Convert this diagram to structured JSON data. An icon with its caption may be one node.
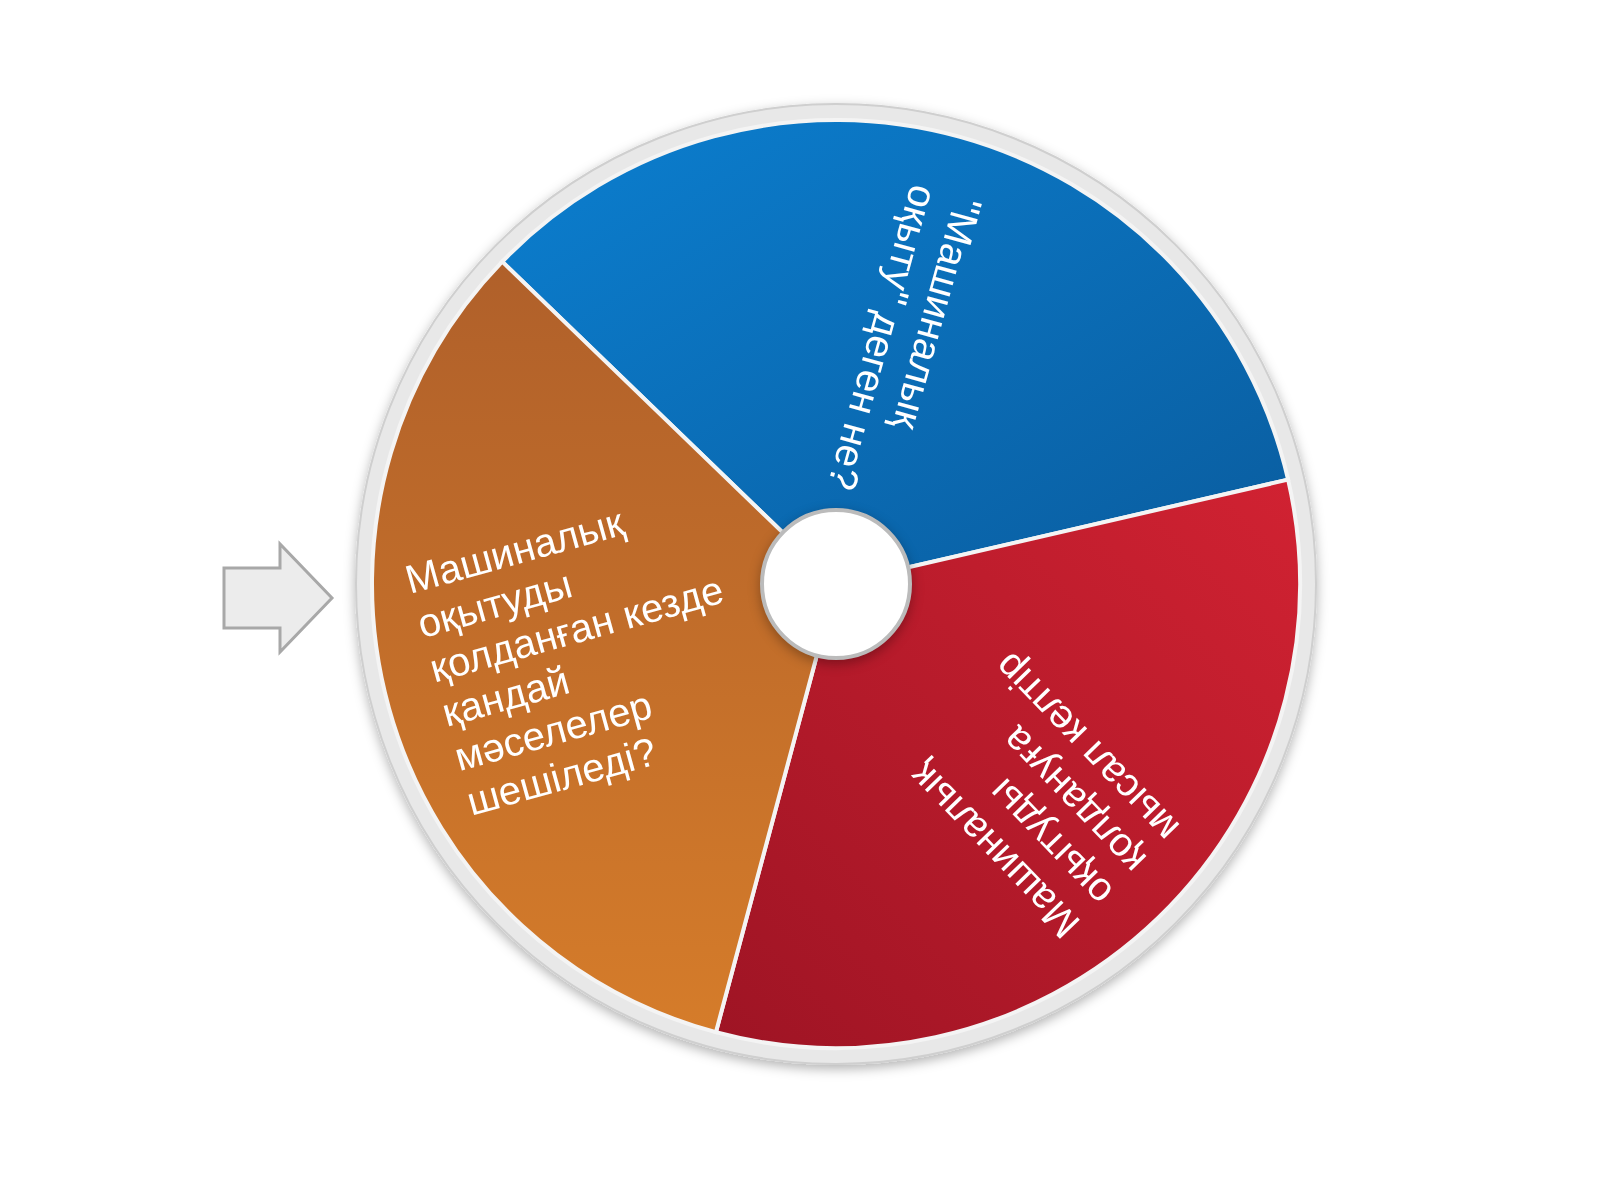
{
  "diagram": {
    "nodes": [
      {
        "text": [
          "\"Машиналық оқыту\" деген не?"
        ]
      },
      {
        "text": [
          "Машиналық оқытуды қолдануға мысал келтір"
        ]
      },
      {
        "text": [
          "Машиналық оқытуды қолданған кезде қандай мәселелер шешіледі?"
        ]
      },
      {
        "text": [],
        "shape": "circle"
      }
    ]
  }
}
